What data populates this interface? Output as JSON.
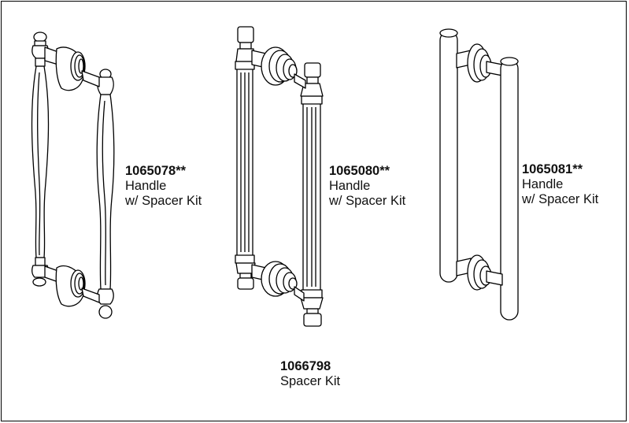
{
  "products": [
    {
      "code": "1065078**",
      "name": "Handle",
      "detail": "w/ Spacer Kit"
    },
    {
      "code": "1065080**",
      "name": "Handle",
      "detail": "w/ Spacer Kit"
    },
    {
      "code": "1065081**",
      "name": "Handle",
      "detail": "w/ Spacer Kit"
    }
  ],
  "spacer_kit": {
    "code": "1066798",
    "name": "Spacer Kit"
  },
  "colors": {
    "line": "#000000",
    "background": "#ffffff"
  }
}
